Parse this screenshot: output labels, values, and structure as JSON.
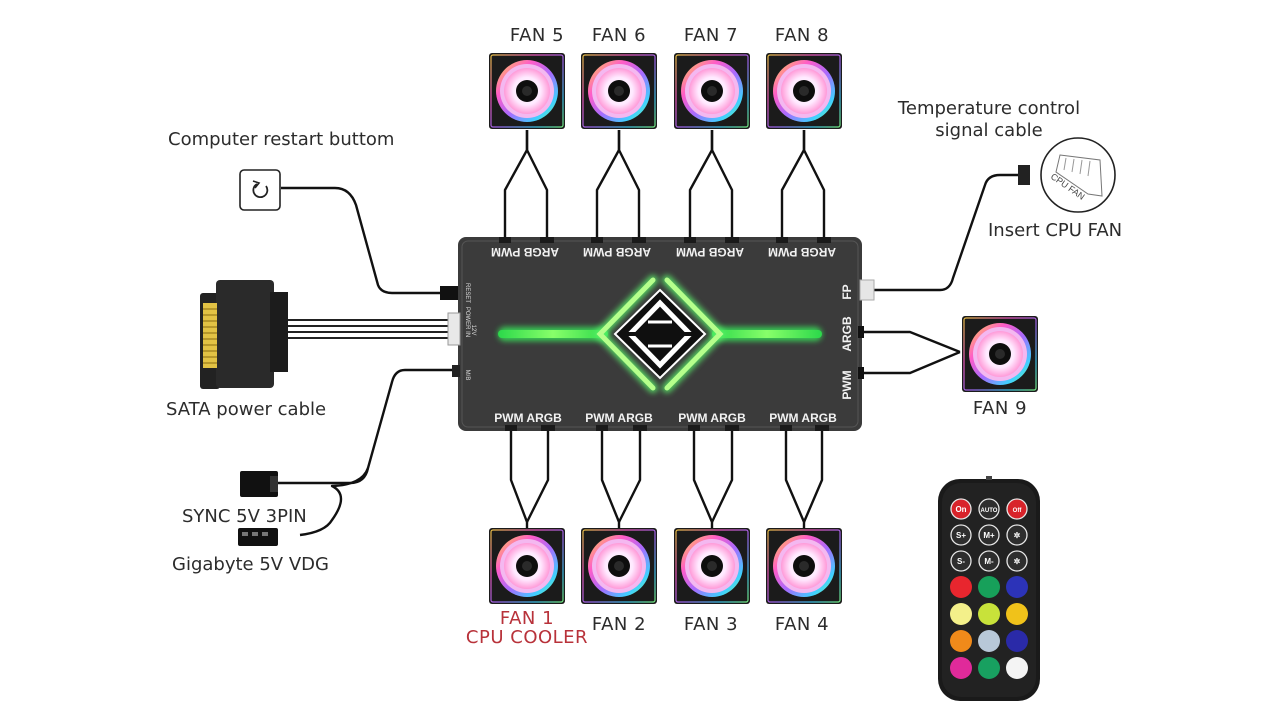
{
  "hub": {
    "top_ports": [
      "ARGB PWM",
      "ARGB PWM",
      "ARGB PWM",
      "ARGB PWM"
    ],
    "bottom_ports": [
      "PWM ARGB",
      "PWM ARGB",
      "PWM ARGB",
      "PWM ARGB"
    ],
    "side_labels": {
      "fp": "FP",
      "argb": "ARGB",
      "pwm": "PWM"
    },
    "left_port_labels": {
      "reset": "RESET",
      "power": "POWER IN",
      "voltage": "12V",
      "mb": "M/B"
    },
    "glow_color": "#39e85a",
    "body_color": "#3a3a3a"
  },
  "fans": {
    "top": [
      "FAN 5",
      "FAN 6",
      "FAN 7",
      "FAN 8"
    ],
    "bottom": [
      "FAN 1",
      "FAN 2",
      "FAN 3",
      "FAN 4"
    ],
    "fan1_sub": "CPU COOLER",
    "side": "FAN 9"
  },
  "labels": {
    "restart": "Computer restart buttom",
    "temperature_line1": "Temperature control",
    "temperature_line2": "signal cable",
    "cpu_fan_tag": "CPU FAN",
    "insert_cpu_fan": "Insert CPU FAN",
    "sata": "SATA  power cable",
    "sync": "SYNC 5V 3PIN",
    "gigabyte": "Gigabyte 5V VDG"
  },
  "remote": {
    "buttons": [
      "On",
      "AUTO",
      "Off",
      "S+",
      "M+",
      "✲",
      "S-",
      "M-",
      "✲"
    ],
    "color_rows": [
      [
        "#e8262e",
        "#17a05a",
        "#2c33b8"
      ],
      [
        "#f3f08a",
        "#c8e23a",
        "#f0c21a"
      ],
      [
        "#f08a1a",
        "#b8c8d8",
        "#2a2aa8"
      ],
      [
        "#e02a9a",
        "#18a060",
        "#f4f4f4"
      ]
    ]
  }
}
